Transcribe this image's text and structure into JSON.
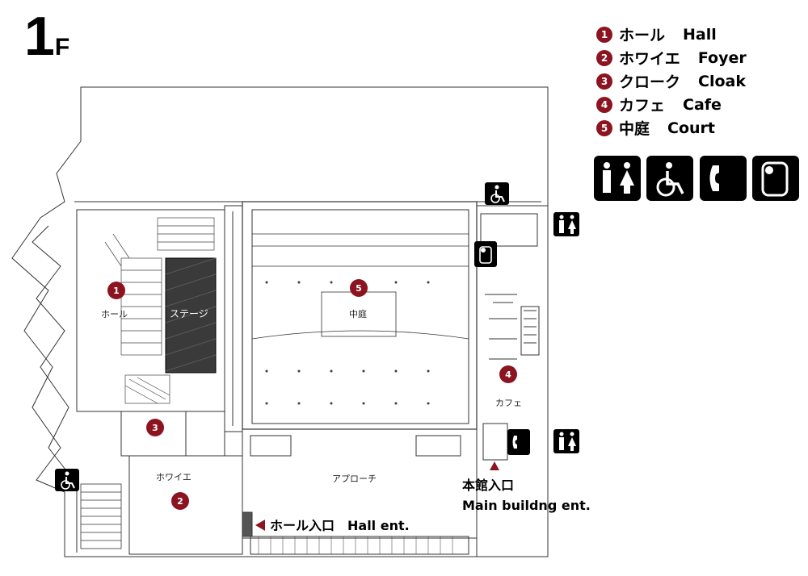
{
  "floor": {
    "number": "1",
    "suffix": "F"
  },
  "legend": [
    {
      "num": "1",
      "jp": "ホール",
      "en": "Hall"
    },
    {
      "num": "2",
      "jp": "ホワイエ",
      "en": "Foyer"
    },
    {
      "num": "3",
      "jp": "クローク",
      "en": "Cloak"
    },
    {
      "num": "4",
      "jp": "カフェ",
      "en": "Cafe"
    },
    {
      "num": "5",
      "jp": "中庭",
      "en": "Court"
    }
  ],
  "legend_icons": [
    "restroom-icon",
    "wheelchair-icon",
    "telephone-icon",
    "water-fountain-icon"
  ],
  "rooms": {
    "hall": "ホール",
    "stage": "ステージ",
    "courtyard": "中庭",
    "cafe": "カフェ",
    "foyer": "ホワイエ",
    "approach": "アプローチ"
  },
  "markers": {
    "m1": "1",
    "m2": "2",
    "m3": "3",
    "m4": "4",
    "m5": "5"
  },
  "entrances": {
    "hall_entrance": "ホール入口　Hall ent.",
    "main_entrance_jp": "本館入口",
    "main_entrance_en": "Main buildng ent."
  },
  "colors": {
    "marker": "#8b1420",
    "line": "#333333",
    "icon": "#000000"
  }
}
